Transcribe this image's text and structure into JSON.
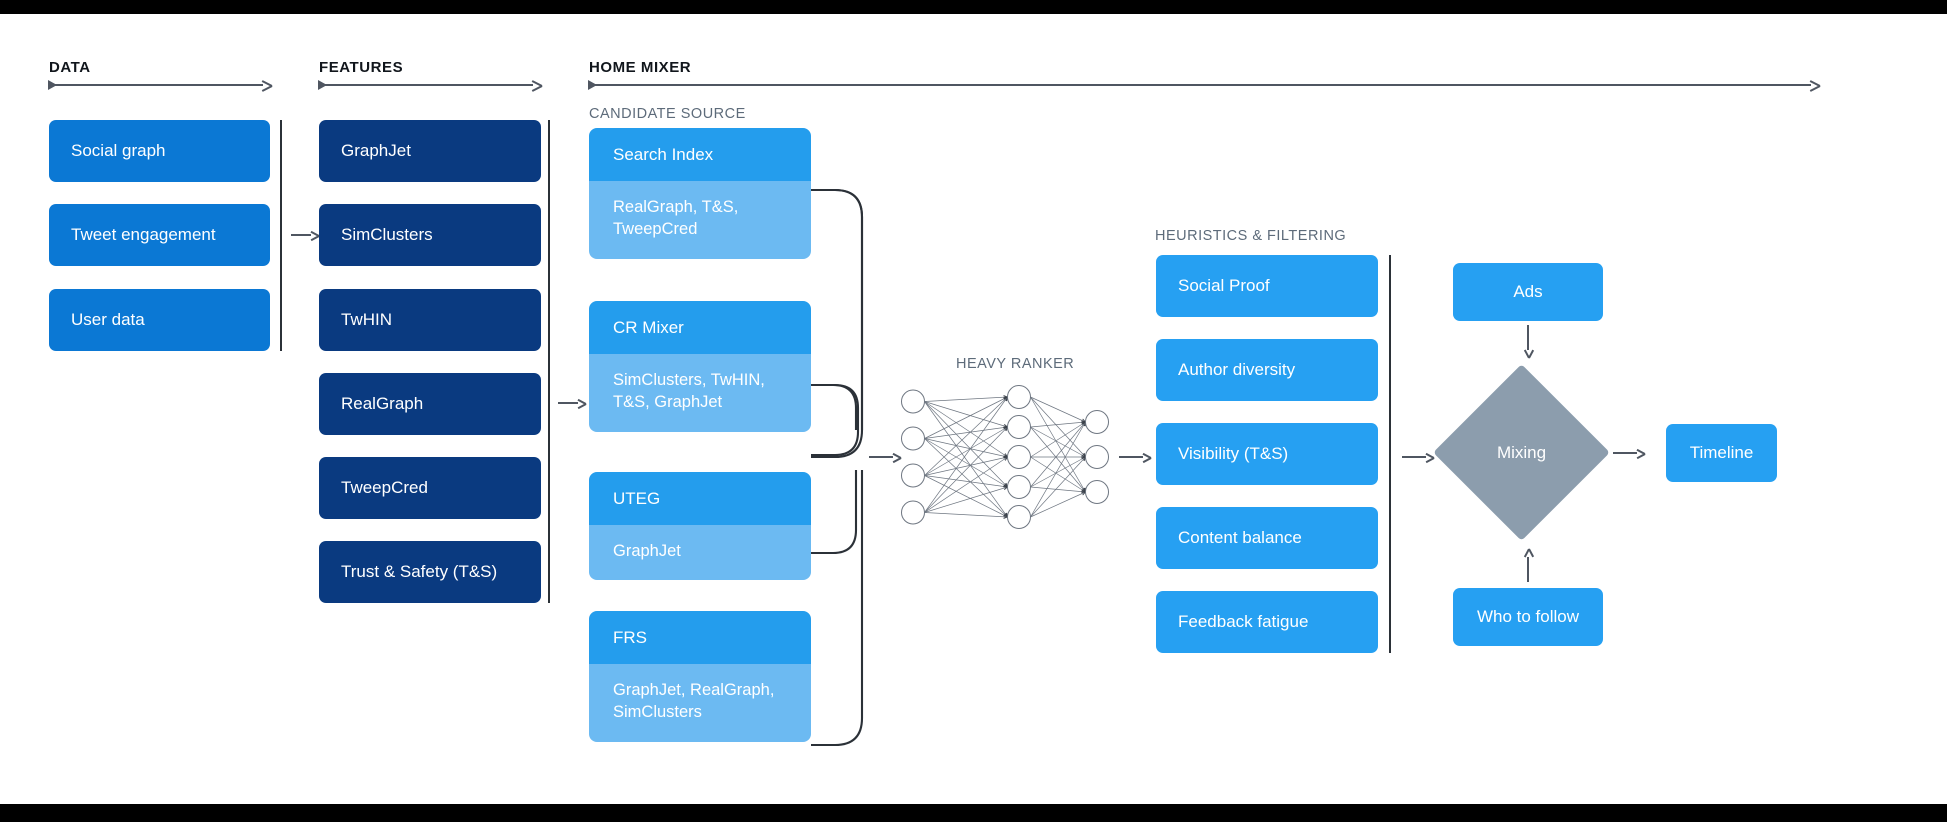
{
  "colors": {
    "data_blue": "#0b78d4",
    "feature_navy": "#0a3a80",
    "candidate_head": "#249ded",
    "candidate_body": "#6cbaf2",
    "heuristic_blue": "#26a0f2",
    "output_blue": "#26a0f2",
    "mixing_gray": "#8c9dad",
    "line_gray": "#4f5661",
    "divider": "#2b3138",
    "header_text": "#11161c",
    "sub_text": "#5d6b7a"
  },
  "sections": {
    "data": {
      "title": "DATA"
    },
    "features": {
      "title": "FEATURES"
    },
    "home_mixer": {
      "title": "HOME MIXER"
    },
    "candidate_source": {
      "label": "CANDIDATE SOURCE"
    },
    "heavy_ranker": {
      "label": "HEAVY RANKER"
    },
    "heuristics": {
      "label": "HEURISTICS & FILTERING"
    }
  },
  "data_column": {
    "items": [
      {
        "label": "Social graph"
      },
      {
        "label": "Tweet engagement"
      },
      {
        "label": "User data"
      }
    ]
  },
  "features_column": {
    "items": [
      {
        "label": "GraphJet"
      },
      {
        "label": "SimClusters"
      },
      {
        "label": "TwHIN"
      },
      {
        "label": "RealGraph"
      },
      {
        "label": "TweepCred"
      },
      {
        "label": "Trust & Safety (T&S)"
      }
    ]
  },
  "candidate_sources": {
    "cards": [
      {
        "title": "Search Index",
        "features": "RealGraph, T&S,\nTweepCred"
      },
      {
        "title": "CR Mixer",
        "features": "SimClusters, TwHIN,\nT&S, GraphJet"
      },
      {
        "title": "UTEG",
        "features": "GraphJet"
      },
      {
        "title": "FRS",
        "features": "GraphJet, RealGraph,\nSimClusters"
      }
    ]
  },
  "heavy_ranker": {
    "layers": [
      4,
      5,
      3
    ]
  },
  "heuristics_column": {
    "items": [
      {
        "label": "Social Proof"
      },
      {
        "label": "Author diversity"
      },
      {
        "label": "Visibility (T&S)"
      },
      {
        "label": "Content balance"
      },
      {
        "label": "Feedback fatigue"
      }
    ]
  },
  "output_stage": {
    "ads": {
      "label": "Ads"
    },
    "mixing": {
      "label": "Mixing"
    },
    "who_to_follow": {
      "label": "Who to follow"
    },
    "timeline": {
      "label": "Timeline"
    }
  }
}
